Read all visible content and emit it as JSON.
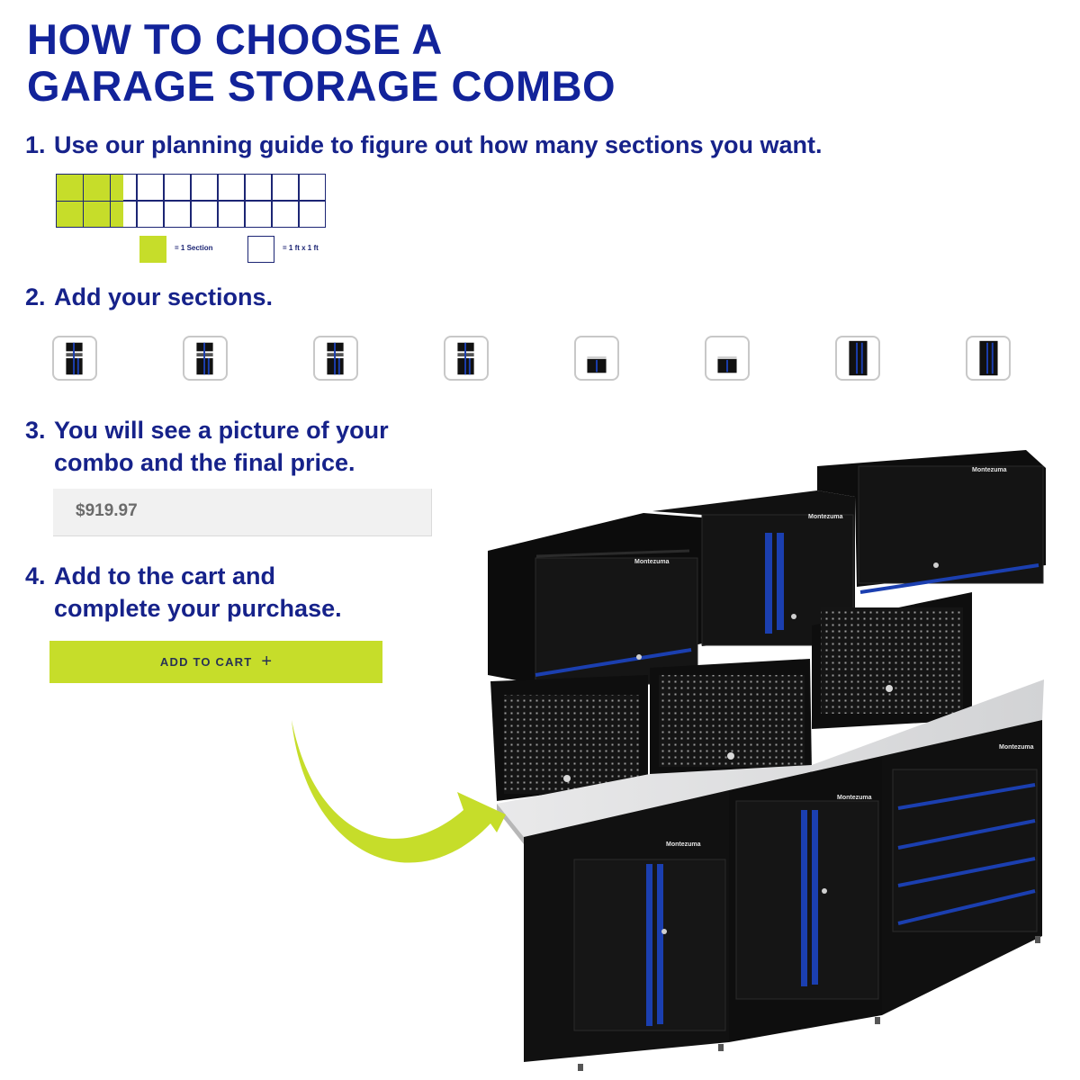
{
  "title": {
    "line1": "HOW TO CHOOSE A",
    "line2": "GARAGE STORAGE COMBO"
  },
  "steps": [
    {
      "num": "1.",
      "text": "Use our planning guide to figure out how many sections you want."
    },
    {
      "num": "2.",
      "text": "Add your sections."
    },
    {
      "num": "3.",
      "line1": "You will see a picture of your",
      "line2": "combo and the final price."
    },
    {
      "num": "4.",
      "line1": "Add to the cart and",
      "line2": "complete your purchase."
    }
  ],
  "legend": {
    "section": "= 1 Section",
    "foot": "= 1 ft x 1 ft"
  },
  "planning_grid": {
    "columns": 10,
    "rows": 2,
    "filled_sections": 2.5
  },
  "price": "$919.97",
  "cart": {
    "label": "ADD TO CART",
    "plus": "+"
  },
  "sections": [
    "base-and-wall-cabinet",
    "base-and-wall-cabinet",
    "base-and-wall-cabinet",
    "base-and-wall-cabinet",
    "base-cabinet",
    "base-cabinet",
    "tall-cabinet",
    "tall-cabinet"
  ],
  "brand": "Montezuma",
  "colors": {
    "title": "#12239a",
    "accent": "#c6dd2a",
    "cabinet": "#141414",
    "trim": "#1b3fb0"
  }
}
